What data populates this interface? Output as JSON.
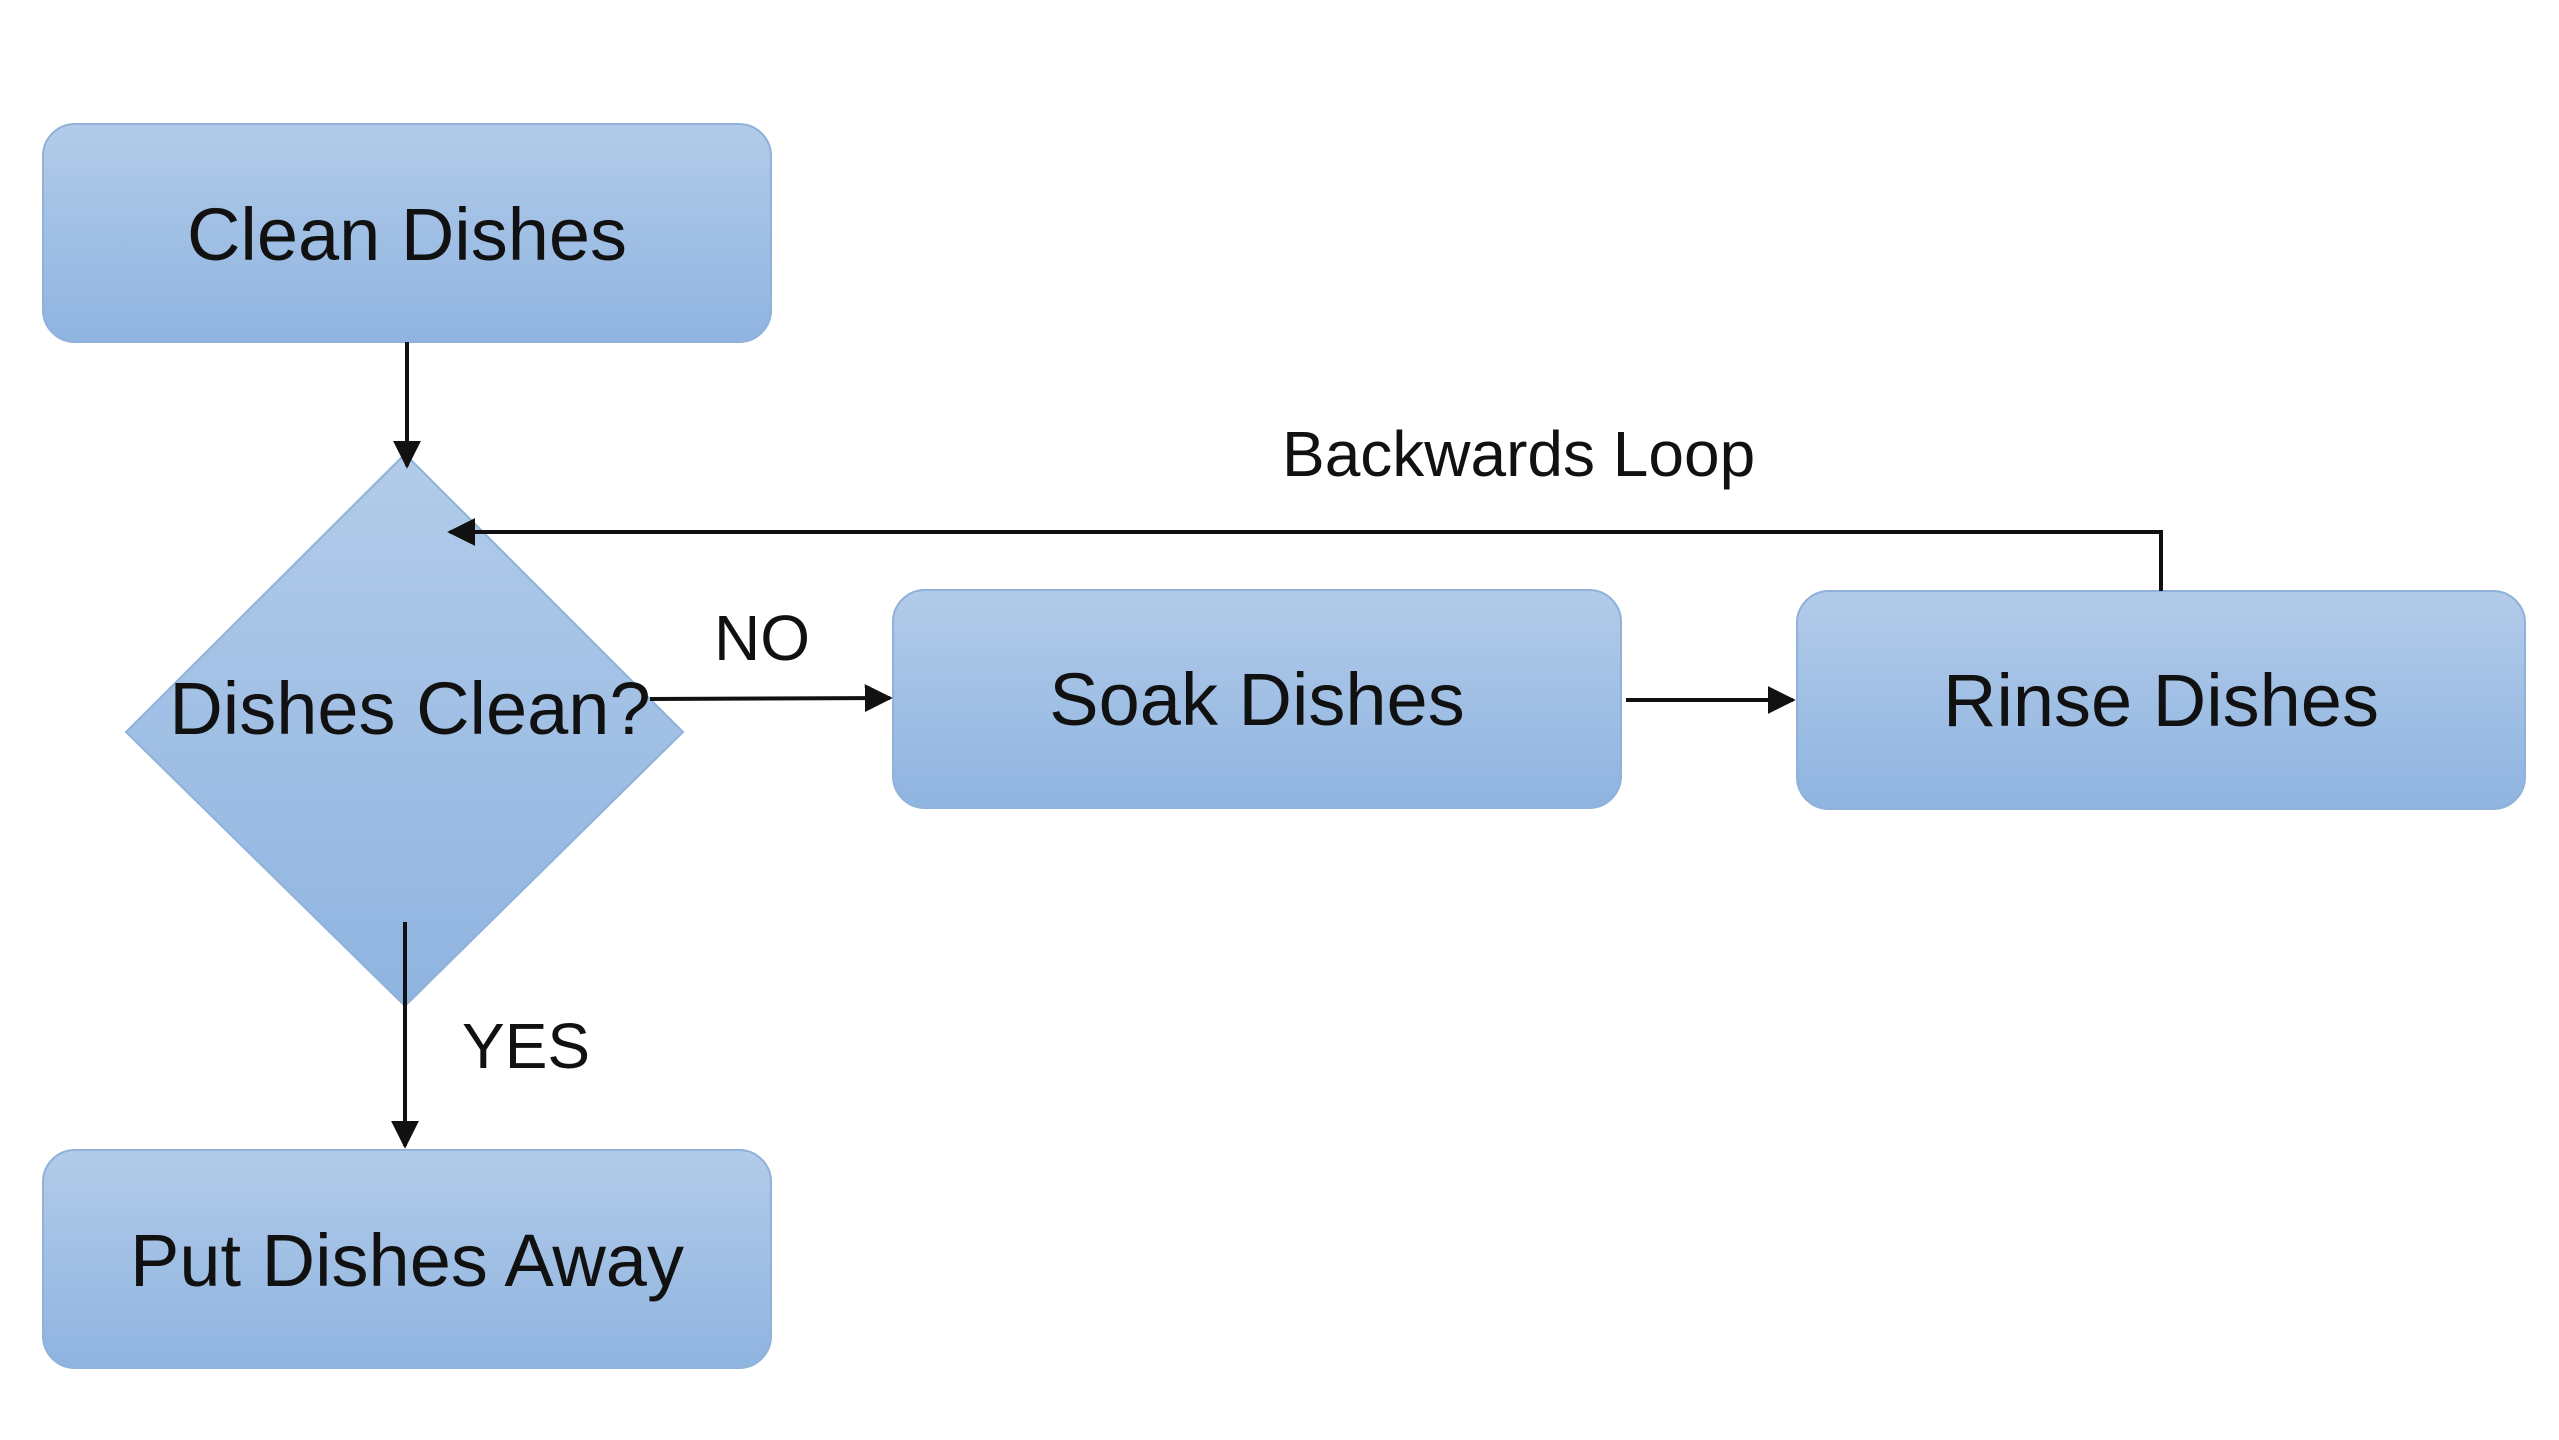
{
  "diagram": {
    "nodes": {
      "clean_dishes": "Clean Dishes",
      "dishes_clean_decision": "Dishes Clean?",
      "soak_dishes": "Soak Dishes",
      "rinse_dishes": "Rinse Dishes",
      "put_dishes_away": "Put Dishes Away"
    },
    "edges": {
      "no_label": "NO",
      "yes_label": "YES",
      "loop_label": "Backwards Loop"
    },
    "colors": {
      "node_fill_top": "#b2cbe9",
      "node_fill_bottom": "#8fb4e0",
      "node_stroke": "#8fb1da",
      "line": "#111111"
    }
  }
}
